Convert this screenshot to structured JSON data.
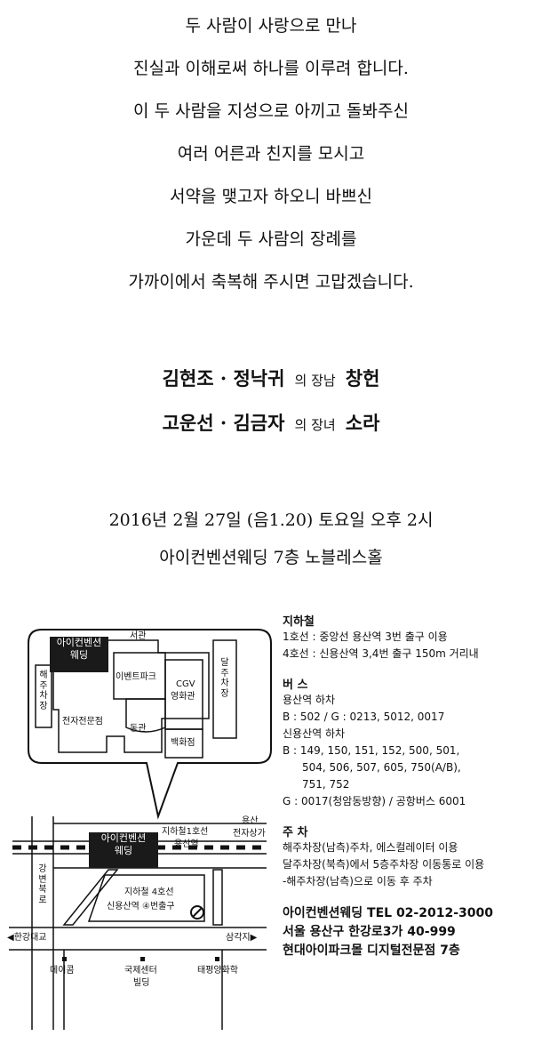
{
  "invitation": {
    "lines": [
      "두 사람이 사랑으로 만나",
      "진실과 이해로써 하나를 이루려 합니다.",
      "이 두 사람을 지성으로 아끼고 돌봐주신",
      "여러 어른과 친지를 모시고",
      "서약을 맺고자 하오니 바쁘신",
      "가운데 두 사람의 장례를",
      "가까이에서 축복해 주시면 고맙겠습니다."
    ],
    "groom": {
      "parents": "김현조 · 정낙귀",
      "relation": "의 장남",
      "name": "창헌"
    },
    "bride": {
      "parents": "고운선 · 김금자",
      "relation": "의 장녀",
      "name": "소라"
    },
    "datetime": "2016년 2월 27일 (음1.20) 토요일 오후 2시",
    "venue": "아이컨벤션웨딩 7층 노블레스홀"
  },
  "map": {
    "top_logo": [
      "아이컨벤션",
      "웨딩"
    ],
    "mid_logo": [
      "아이컨벤션",
      "웨딩"
    ],
    "west_gate": "서관",
    "east_gate": "동관",
    "haeju_parking": "해주차장",
    "dalju_parking": "달주차장",
    "event_park": "이벤트파크",
    "cgv": "CGV",
    "cinema": "영화관",
    "electronics": "전자전문점",
    "dept_store": "백화점",
    "subway_line1": "지하철1호선",
    "yongsan_station": "용산역",
    "yongsan_elec_1": "용산",
    "yongsan_elec_2": "전자상가",
    "gangbyeon": "강변북로",
    "subway_line4": "지하철 4호선",
    "sinyongsan_exit": "신용산역 ④번출구",
    "hangang_bridge": "◀한강대교",
    "samgakji": "삼각지▶",
    "daeicom": "데이콤",
    "intl_center_1": "국제센터",
    "intl_center_2": "빌딩",
    "taepyeong": "태평양화학"
  },
  "info": {
    "subway_title": "지하철",
    "subway_lines": [
      "1호선 : 중앙선 용산역 3번 출구 이용",
      "4호선 : 신용산역 3,4번 출구 150m 거리내"
    ],
    "bus_title": "버 스",
    "bus_lines": [
      "용산역 하차",
      "B : 502 / G : 0213, 5012, 0017",
      "신용산역 하차",
      "B : 149, 150, 151, 152, 500, 501,",
      "504, 506, 507, 605, 750(A/B),",
      "751, 752",
      "G : 0017(청암동방향) / 공항버스 6001"
    ],
    "parking_title": "주 차",
    "parking_lines": [
      "해주차장(남측)주차, 에스컬레이터 이용",
      "달주차장(북측)에서 5층주차장 이동통로 이용",
      "-해주차장(남측)으로 이동 후 주차"
    ],
    "contact_lines": [
      "아이컨벤션웨딩  TEL 02-2012-3000",
      "서울 용산구 한강로3가 40-999",
      "현대아이파크몰 디지털전문점 7층"
    ]
  }
}
